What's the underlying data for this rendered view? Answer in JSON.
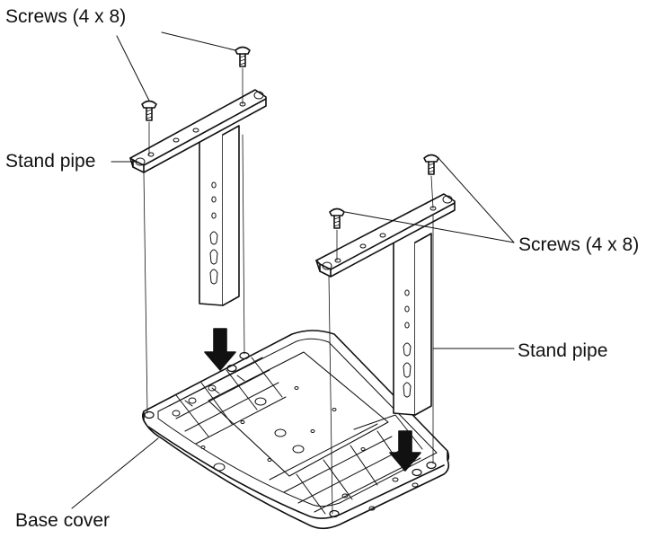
{
  "labels": {
    "screws_top": "Screws (4 x 8)",
    "stand_pipe_left": "Stand pipe",
    "screws_right": "Screws (4 x 8)",
    "stand_pipe_right": "Stand pipe",
    "base_cover": "Base cover"
  },
  "colors": {
    "line": "#111111",
    "fill": "#ffffff",
    "shade": "#bdbdbd"
  }
}
